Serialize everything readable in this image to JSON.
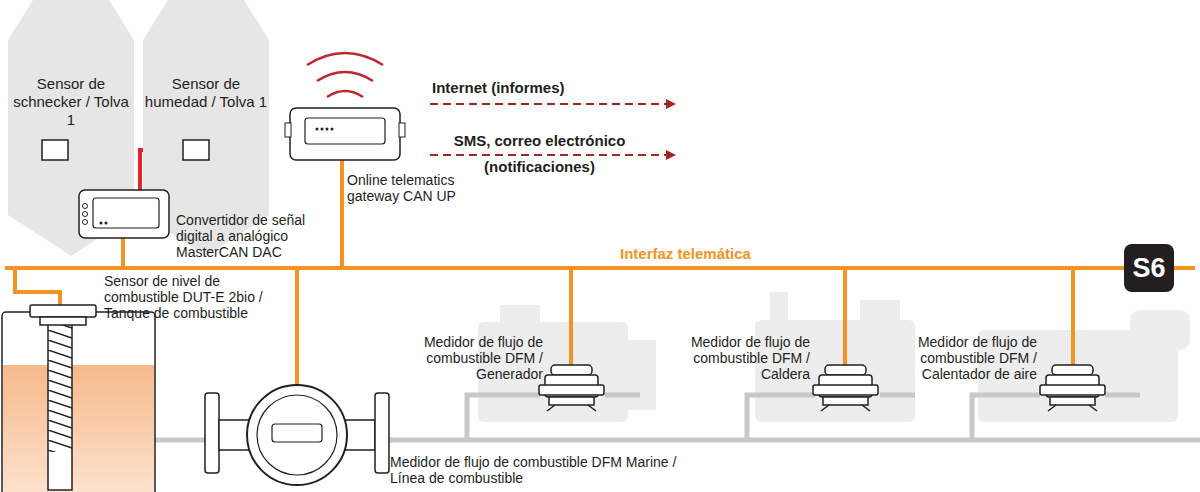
{
  "diagram": {
    "nodes": [
      {
        "text": [
          "Sensor de schnecker / Tolva 1"
        ]
      },
      {
        "text": [
          "Sensor de humedad / Tolva 1"
        ]
      },
      {
        "text": [
          "Convertidor de señal digital a analógico MasterCAN DAC"
        ]
      },
      {
        "text": [
          "Online telematics gateway CAN UP"
        ]
      },
      {
        "text": [
          "Sensor de nivel de combustible DUT-E 2bio / Tanque de combustible"
        ]
      },
      {
        "text": [
          "Medidor de flujo de combustible DFM Marine / Línea de combustible"
        ]
      },
      {
        "text": [
          "Medidor de flujo de combustible DFM / Generador"
        ]
      },
      {
        "text": [
          "Medidor de flujo de combustible DFM / Caldera"
        ]
      },
      {
        "text": [
          "Medidor de flujo de combustible DFM / Calentador de aire"
        ]
      },
      {
        "text": [
          "S6"
        ]
      }
    ],
    "edges": [
      {
        "from": 0,
        "to": 2,
        "arrow": "none"
      },
      {
        "from": 1,
        "to": 2,
        "arrow": "none"
      },
      {
        "from": 2,
        "to": 9,
        "arrow": "none"
      },
      {
        "from": 3,
        "to": 9,
        "arrow": "none"
      },
      {
        "from": 4,
        "to": 9,
        "arrow": "none"
      },
      {
        "from": 5,
        "to": 9,
        "arrow": "none"
      },
      {
        "from": 6,
        "to": 9,
        "arrow": "none"
      },
      {
        "from": 7,
        "to": 9,
        "arrow": "none"
      },
      {
        "from": 8,
        "to": 9,
        "arrow": "none"
      }
    ],
    "labels": [
      "Internet (informes)",
      "SMS, correo electrónico (notificaciones)",
      "Interfaz telemática"
    ]
  }
}
